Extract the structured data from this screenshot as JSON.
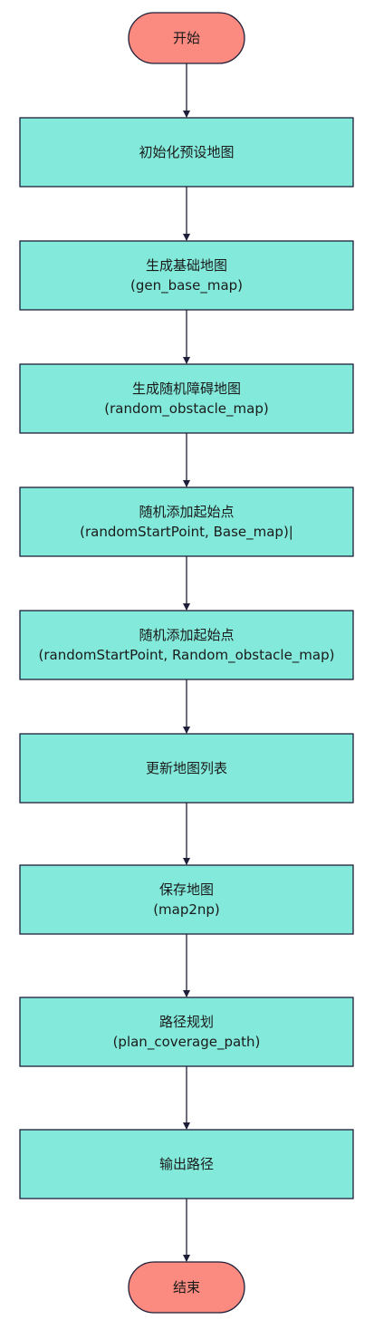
{
  "diagram": {
    "colors": {
      "terminal_fill": "#fb8a80",
      "process_fill": "#83eadb",
      "stroke": "#1e1e38",
      "arrow": "#1e1e38",
      "text": "#1a1a1a"
    },
    "nodes": [
      {
        "id": "start",
        "kind": "terminal",
        "lines": [
          "开始"
        ]
      },
      {
        "id": "init-preset-map",
        "kind": "process",
        "lines": [
          "初始化预设地图"
        ]
      },
      {
        "id": "gen-base-map",
        "kind": "process",
        "lines": [
          "生成基础地图",
          "(gen_base_map)"
        ]
      },
      {
        "id": "gen-random-obstacle-map",
        "kind": "process",
        "lines": [
          "生成随机障碍地图",
          "(random_obstacle_map)"
        ]
      },
      {
        "id": "add-start-base",
        "kind": "process",
        "lines": [
          "随机添加起始点",
          "(randomStartPoint, Base_map)|"
        ]
      },
      {
        "id": "add-start-obstacle",
        "kind": "process",
        "lines": [
          "随机添加起始点",
          "(randomStartPoint, Random_obstacle_map)"
        ]
      },
      {
        "id": "update-map-list",
        "kind": "process",
        "lines": [
          "更新地图列表"
        ]
      },
      {
        "id": "save-map",
        "kind": "process",
        "lines": [
          "保存地图",
          "(map2np)"
        ]
      },
      {
        "id": "plan-path",
        "kind": "process",
        "lines": [
          "路径规划",
          "(plan_coverage_path)"
        ]
      },
      {
        "id": "output-path",
        "kind": "process",
        "lines": [
          "输出路径"
        ]
      },
      {
        "id": "end",
        "kind": "terminal",
        "lines": [
          "结束"
        ]
      }
    ]
  }
}
